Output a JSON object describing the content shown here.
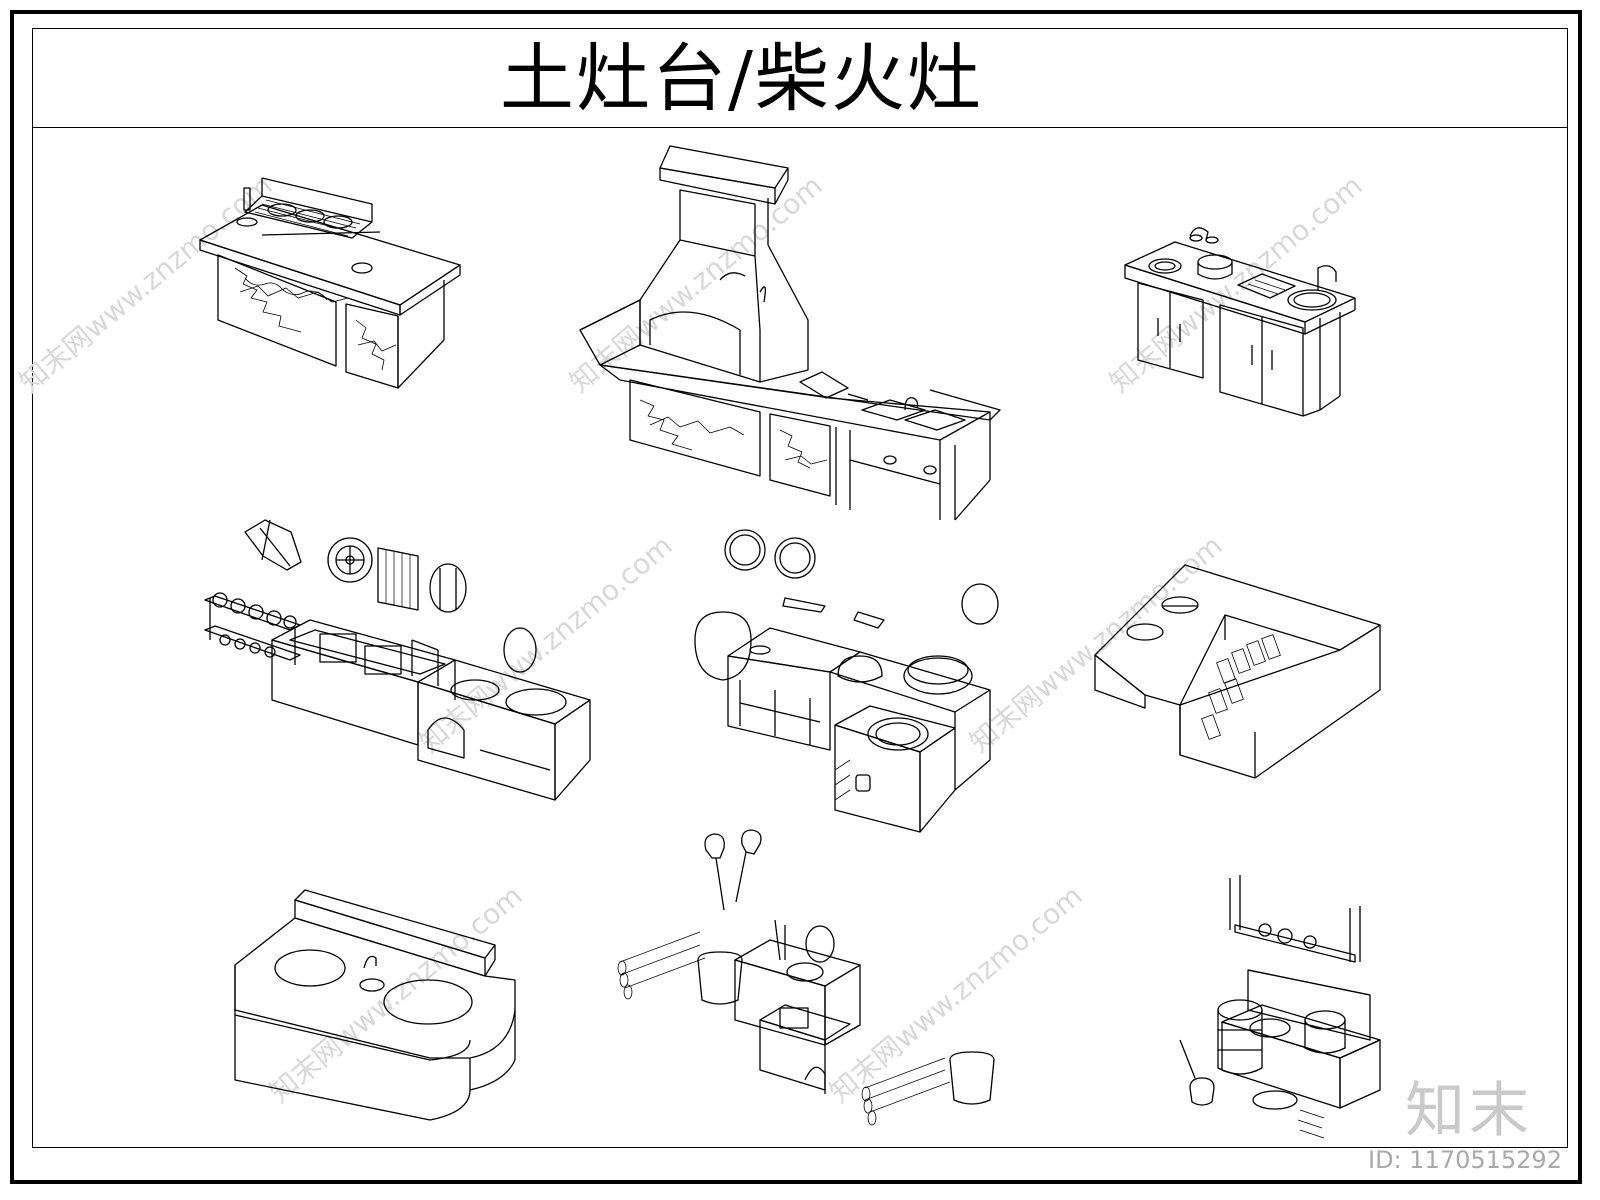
{
  "title": "土灶台/柴火灶",
  "watermark": {
    "logo": "知末",
    "id": "ID: 1170515292",
    "site": "知末网www.znzmo.com"
  },
  "colors": {
    "line": "#000000",
    "background": "#ffffff",
    "watermark": "#c9c9c9"
  },
  "drawings": [
    "bbq-counter-with-log-storage",
    "pizza-oven-counter-with-sink",
    "cabinet-stove-with-sink",
    "rustic-stove-with-shelves",
    "clay-stove-with-woks",
    "l-shaped-stove-with-logs",
    "round-double-wok-stove",
    "small-firewood-stove",
    "stove-with-barrel-and-shelf"
  ]
}
